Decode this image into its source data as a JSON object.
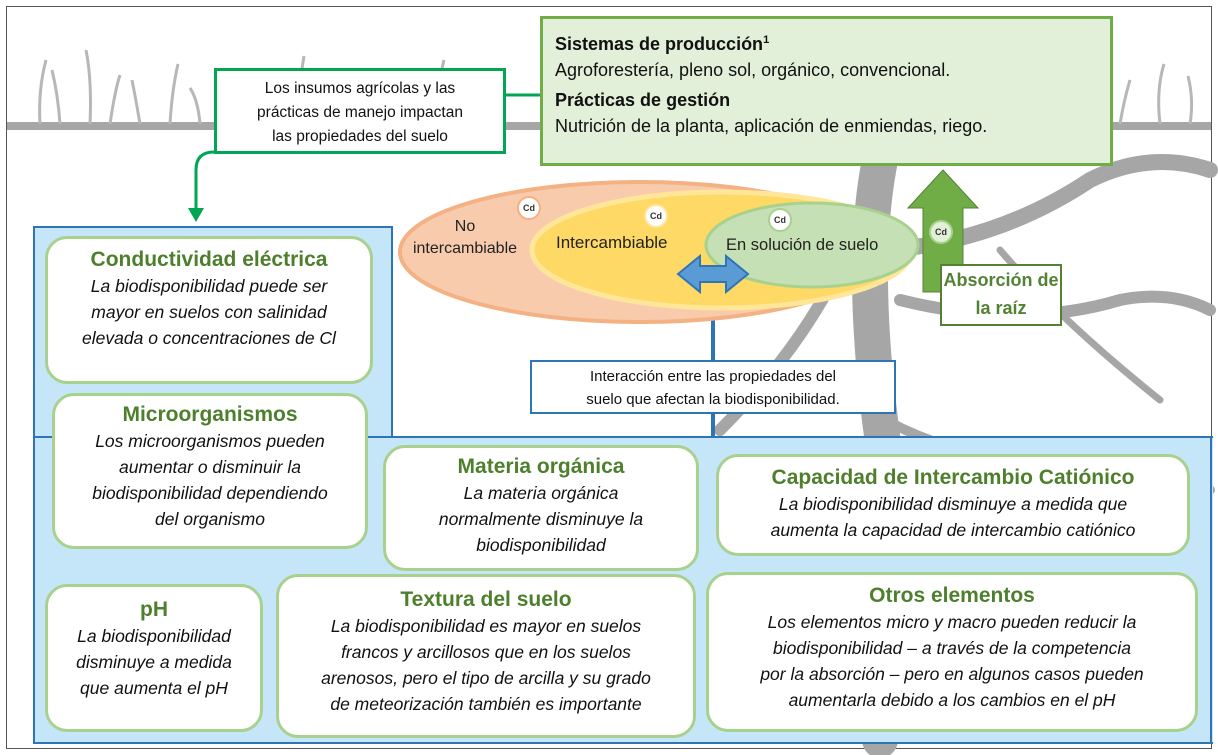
{
  "inputs_box": {
    "line1": "Los insumos agrícolas y las",
    "line2": "prácticas de manejo impactan",
    "line3": "las propiedades del suelo"
  },
  "systems_box": {
    "title1": "Sistemas de producción",
    "title1_sup": "1",
    "line1": "Agroforestería, pleno sol, orgánico, convencional.",
    "title2": "Prácticas de gestión",
    "line2": "Nutrición de la planta, aplicación de enmiendas, riego."
  },
  "ellipses": {
    "outer_label_1": "No",
    "outer_label_2": "intercambiable",
    "middle_label": "Intercambiable",
    "inner_label": "En solución de suelo",
    "cd": "Cd"
  },
  "absorcion": {
    "line1": "Absorción de",
    "line2": "la raíz"
  },
  "interaccion": {
    "line1": "Interacción entre las propiedades del",
    "line2": "suelo que afectan la biodisponibilidad."
  },
  "cards": {
    "conductividad": {
      "title": "Conductividad  eléctrica",
      "l1": "La biodisponibilidad puede ser",
      "l2": "mayor en suelos con salinidad",
      "l3": "elevada o concentraciones de Cl"
    },
    "micro": {
      "title": "Microorganismos",
      "l1": "Los microorganismos pueden",
      "l2": "aumentar o disminuir la",
      "l3": "biodisponibilidad dependiendo",
      "l4": "del organismo"
    },
    "materia": {
      "title": "Materia orgánica",
      "l1": "La materia orgánica",
      "l2": "normalmente disminuye la",
      "l3": "biodisponibilidad"
    },
    "cic": {
      "title": "Capacidad de Intercambio Catiónico",
      "l1": "La biodisponibilidad disminuye a medida que",
      "l2": "aumenta la capacidad de intercambio catiónico"
    },
    "ph": {
      "title": "pH",
      "l1": "La biodisponibilidad",
      "l2": "disminuye a medida",
      "l3": "que aumenta el pH"
    },
    "textura": {
      "title": "Textura del suelo",
      "l1": "La biodisponibilidad es mayor en suelos",
      "l2": "francos y arcillosos que en los suelos",
      "l3": "arenosos, pero el tipo de arcilla y su grado",
      "l4": "de meteorización también es importante"
    },
    "otros": {
      "title": "Otros elementos",
      "l1": "Los elementos micro y macro pueden reducir la",
      "l2": "biodisponibilidad – a través de la competencia",
      "l3": "por la absorción – pero en algunos casos pueden",
      "l4": "aumentarla debido a los cambios en el pH"
    }
  },
  "colors": {
    "soil_blue": "#c5e6f8",
    "soil_border": "#2e75b6",
    "green_box_fill": "#e2efd9",
    "green_border": "#70ad47",
    "card_border": "#a9d18e",
    "title_green": "#4e7f2c",
    "outer_ellipse": "#f8cbad",
    "middle_ellipse": "#ffd966",
    "inner_ellipse": "#c5e0b4",
    "root_grey": "#a6a6a6"
  }
}
